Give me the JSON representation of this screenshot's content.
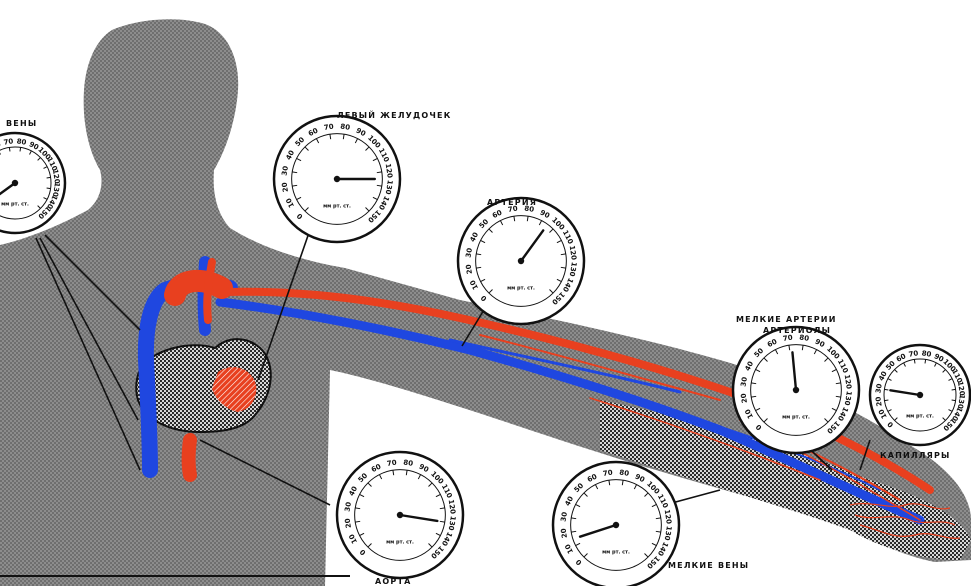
{
  "colors": {
    "artery": "#e8401f",
    "vein": "#1f47e0",
    "body": "#8a8a8a",
    "ink": "#111111"
  },
  "labels": {
    "veins_left": "ВЕНЫ",
    "left_ventricle": "ЛЕВЫЙ ЖЕЛУДОЧЕК",
    "artery": "АРТЕРИЯ",
    "small_arteries": "МЕЛКИЕ АРТЕРИИ",
    "arterioles": "АРТЕРИОЛЫ",
    "capillaries": "КАПИЛЛЯРЫ",
    "aorta": "АОРТА",
    "small_veins": "МЕЛКИЕ ВЕНЫ"
  },
  "dial": {
    "ticks": [
      "0",
      "10",
      "20",
      "30",
      "40",
      "50",
      "60",
      "70",
      "80",
      "90",
      "100",
      "110",
      "120",
      "130",
      "140",
      "150"
    ],
    "unit": "мм рт. ст."
  },
  "gauges": [
    {
      "id": "veins",
      "reading": 5
    },
    {
      "id": "left-ventricle",
      "reading": 125
    },
    {
      "id": "artery",
      "reading": 95
    },
    {
      "id": "small-arteries",
      "reading": 72
    },
    {
      "id": "capillaries",
      "reading": 30
    },
    {
      "id": "aorta",
      "reading": 130
    },
    {
      "id": "small-veins",
      "reading": 15
    }
  ]
}
